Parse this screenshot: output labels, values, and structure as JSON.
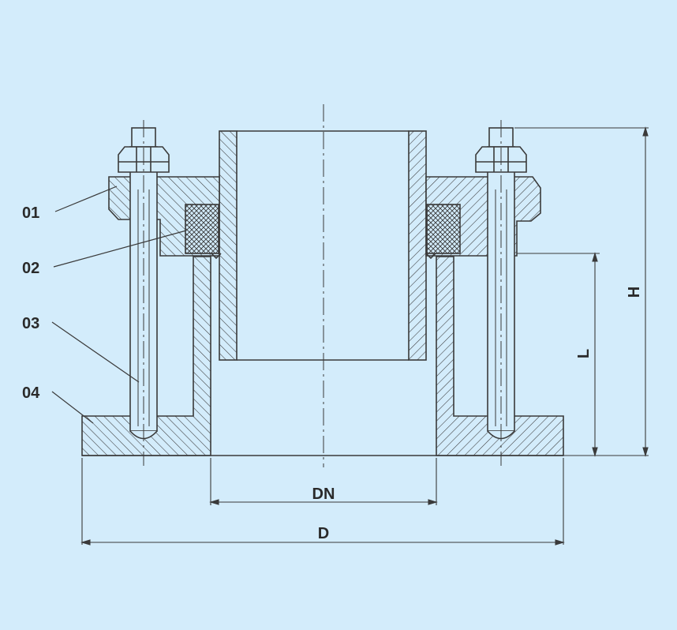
{
  "colors": {
    "background": "#d3ecfb",
    "line": "#3a3a3a"
  },
  "callouts": [
    {
      "label": "01"
    },
    {
      "label": "02"
    },
    {
      "label": "03"
    },
    {
      "label": "04"
    }
  ],
  "dimensions": {
    "dn": "DN",
    "d": "D",
    "h": "H",
    "l": "L"
  }
}
